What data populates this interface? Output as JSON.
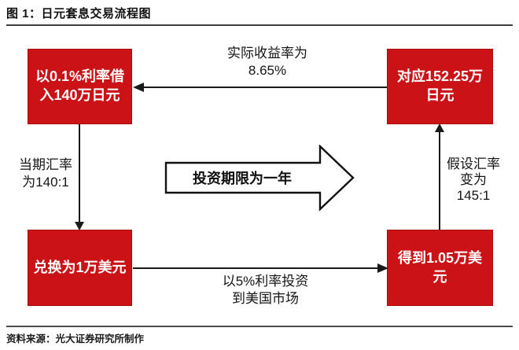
{
  "header": {
    "title": "图 1：日元套息交易流程图"
  },
  "flow": {
    "boxes": {
      "borrow_yen": "以0.1%利率借\n入140万日元",
      "corresponding_yen": "对应152.25万\n日元",
      "exchange_usd": "兑换为1万美元",
      "receive_usd": "得到1.05万美\n元"
    },
    "labels": {
      "actual_return": "实际收益率为\n8.65%",
      "current_exchange_rate": "当期汇率\n为140:1",
      "investment_period": "投资期限为一年",
      "assumed_exchange_rate": "假设汇率\n变为\n145:1",
      "us_investment": "以5%利率投资\n到美国市场"
    }
  },
  "footer": {
    "source": "资料来源：光大证券研究所制作"
  },
  "colors": {
    "box_red": "#CB1216",
    "line_dark": "#1A1A1A"
  }
}
